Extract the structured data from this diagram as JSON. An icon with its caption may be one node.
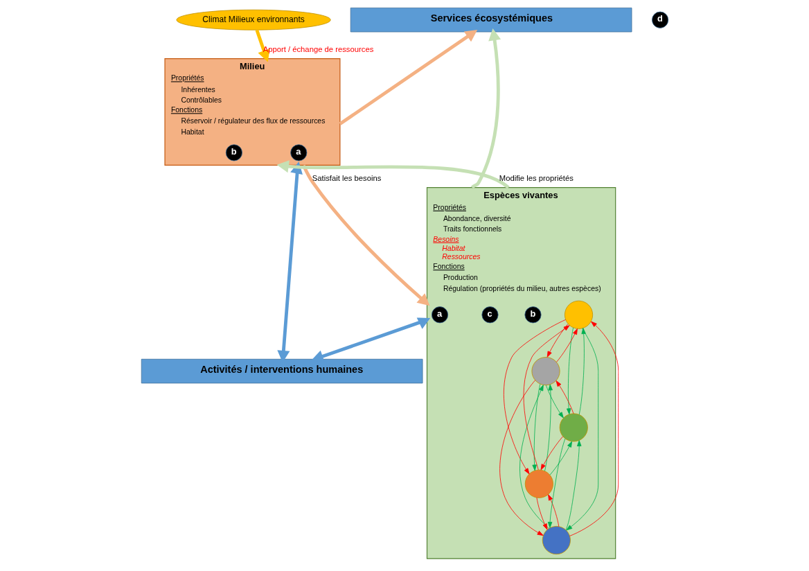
{
  "diagram": {
    "nodes": [
      {
        "text": [
          "Climat Milieux environnants"
        ]
      },
      {
        "text": [
          "Services écosystémiques"
        ]
      },
      {
        "text": [
          "Milieu",
          "Propriétés",
          "Inhérentes",
          "Contrôlables",
          "Fonctions",
          "Réservoir / régulateur des flux de ressources",
          "Habitat"
        ]
      },
      {
        "text": [
          "a"
        ],
        "in": 2
      },
      {
        "text": [
          "b"
        ],
        "in": 2
      },
      {
        "text": [
          "Espèces vivantes",
          "Propriétés",
          "Abondance, diversité",
          "Traits fonctionnels",
          "Besoins",
          "Habitat",
          "Ressources",
          "Fonctions",
          "Production",
          "Régulation (propriétés du milieu, autres espèces)"
        ]
      },
      {
        "text": [
          "a"
        ],
        "in": 5
      },
      {
        "text": [
          "b"
        ],
        "in": 5
      },
      {
        "text": [
          "c"
        ],
        "in": 5
      },
      {
        "text": [],
        "shape": "circle",
        "in": 5
      },
      {
        "text": [],
        "shape": "circle",
        "in": 5
      },
      {
        "text": [],
        "shape": "circle",
        "in": 5
      },
      {
        "text": [],
        "shape": "circle",
        "in": 5
      },
      {
        "text": [],
        "shape": "circle",
        "in": 5
      },
      {
        "text": [
          "Activités / interventions humaines"
        ]
      },
      {
        "text": [
          "d"
        ]
      }
    ],
    "edges": [
      {
        "from": 0,
        "to": 2,
        "arrow": "to",
        "label": "Apport / échange de ressources",
        "style": "thick",
        "color": "#ffc000"
      },
      {
        "from": 2,
        "to": 1,
        "arrow": "to",
        "style": "thick",
        "color": "#f4b183"
      },
      {
        "from": 5,
        "to": 1,
        "arrow": "to",
        "style": "thick",
        "color": "#c5e0b4"
      },
      {
        "from": 2,
        "to": 5,
        "arrow": "to",
        "label": "Satisfait les besoins",
        "style": "thick",
        "color": "#f4b183"
      },
      {
        "from": 5,
        "to": 2,
        "arrow": "to",
        "label": "Modifie les propriétés",
        "style": "thick",
        "color": "#c5e0b4"
      },
      {
        "from": 2,
        "to": 14,
        "arrow": "both",
        "style": "thick",
        "color": "#5b9bd5"
      },
      {
        "from": 5,
        "to": 14,
        "arrow": "both",
        "style": "thick",
        "color": "#5b9bd5"
      },
      {
        "from": 10,
        "to": 9,
        "arrow": "to",
        "color": "#ff0000"
      },
      {
        "from": 9,
        "to": 10,
        "arrow": "to",
        "color": "#ff0000"
      },
      {
        "from": 9,
        "to": 11,
        "arrow": "to",
        "color": "#00b050"
      },
      {
        "from": 11,
        "to": 9,
        "arrow": "to",
        "color": "#ff0000"
      },
      {
        "from": 10,
        "to": 11,
        "arrow": "to",
        "color": "#ff0000"
      },
      {
        "from": 11,
        "to": 10,
        "arrow": "to",
        "color": "#00b050"
      },
      {
        "from": 12,
        "to": 9,
        "arrow": "to",
        "color": "#ff0000"
      },
      {
        "from": 9,
        "to": 12,
        "arrow": "to",
        "color": "#ff0000"
      },
      {
        "from": 13,
        "to": 9,
        "arrow": "to",
        "color": "#00b050"
      },
      {
        "from": 9,
        "to": 13,
        "arrow": "to",
        "color": "#00b050"
      },
      {
        "from": 12,
        "to": 10,
        "arrow": "to",
        "color": "#00b050"
      },
      {
        "from": 10,
        "to": 12,
        "arrow": "to",
        "color": "#00b050"
      },
      {
        "from": 10,
        "to": 13,
        "arrow": "to",
        "color": "#00b050"
      },
      {
        "from": 13,
        "to": 10,
        "arrow": "to",
        "color": "#ff0000"
      },
      {
        "from": 12,
        "to": 11,
        "arrow": "to",
        "color": "#ff0000"
      },
      {
        "from": 11,
        "to": 12,
        "arrow": "to",
        "color": "#ff0000"
      },
      {
        "from": 13,
        "to": 11,
        "arrow": "to",
        "color": "#00b050"
      },
      {
        "from": 11,
        "to": 13,
        "arrow": "to",
        "color": "#00b050"
      },
      {
        "from": 12,
        "to": 13,
        "arrow": "to",
        "color": "#00b050"
      },
      {
        "from": 13,
        "to": 12,
        "arrow": "to",
        "color": "#ff0000"
      }
    ]
  }
}
